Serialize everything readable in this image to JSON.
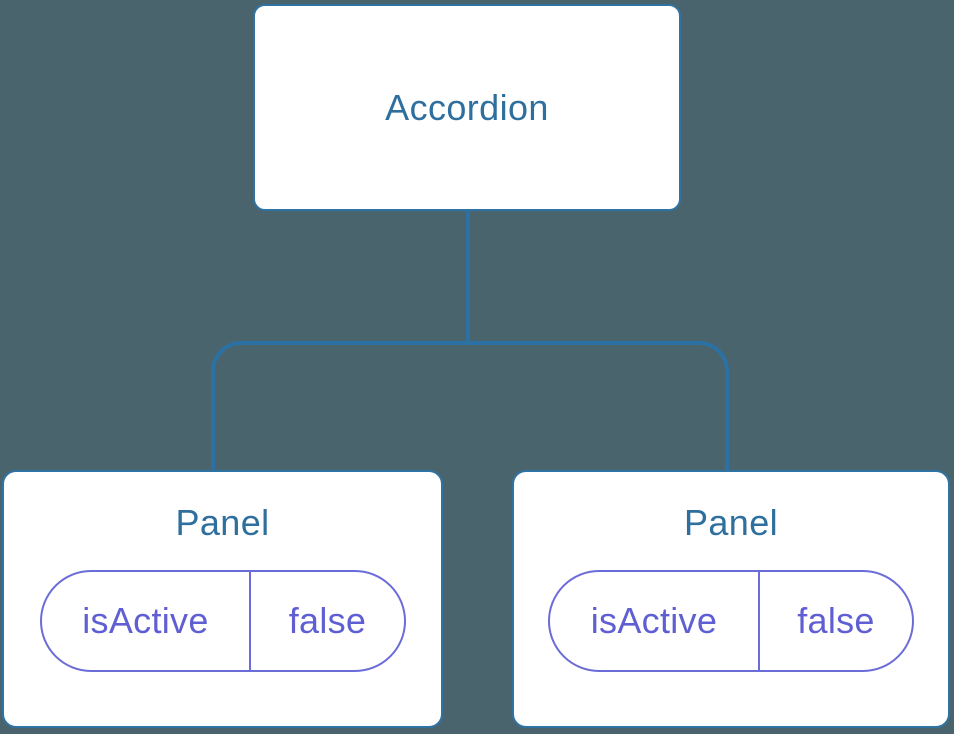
{
  "diagram": {
    "title": "component-state-tree",
    "root": {
      "label": "Accordion"
    },
    "children": [
      {
        "label": "Panel",
        "state": {
          "key": "isActive",
          "value": "false"
        }
      },
      {
        "label": "Panel",
        "state": {
          "key": "isActive",
          "value": "false"
        }
      }
    ]
  },
  "colors": {
    "background": "#4A646E",
    "node_fill": "#FFFFFF",
    "node_border_blue": "#2F73A4",
    "node_text_blue": "#2E6F9E",
    "connector_blue": "#2C71A4",
    "state_border_indigo": "#6C6CD9",
    "state_text_indigo": "#5F5FD3"
  }
}
